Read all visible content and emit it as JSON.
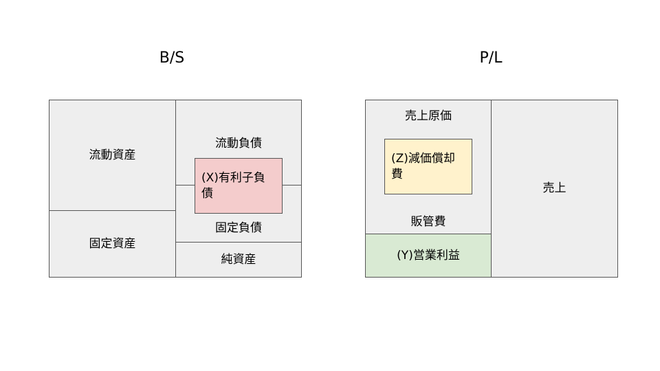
{
  "bs": {
    "title": "B/S",
    "current_assets": "流動資産",
    "fixed_assets": "固定資産",
    "current_liabilities": "流動負債",
    "fixed_liabilities": "固定負債",
    "net_assets": "純資産",
    "interest_debt": "(X)有利子負債"
  },
  "pl": {
    "title": "P/L",
    "cost_of_sales": "売上原価",
    "depreciation": "(Z)減価償却費",
    "sga": "販管費",
    "operating_profit": "(Y)営業利益",
    "sales": "売上"
  },
  "colors": {
    "box_fill": "#eeeeee",
    "border": "#555555",
    "interest_debt_fill": "#f4cccc",
    "depreciation_fill": "#fff2cc",
    "operating_profit_fill": "#d9ead3"
  }
}
